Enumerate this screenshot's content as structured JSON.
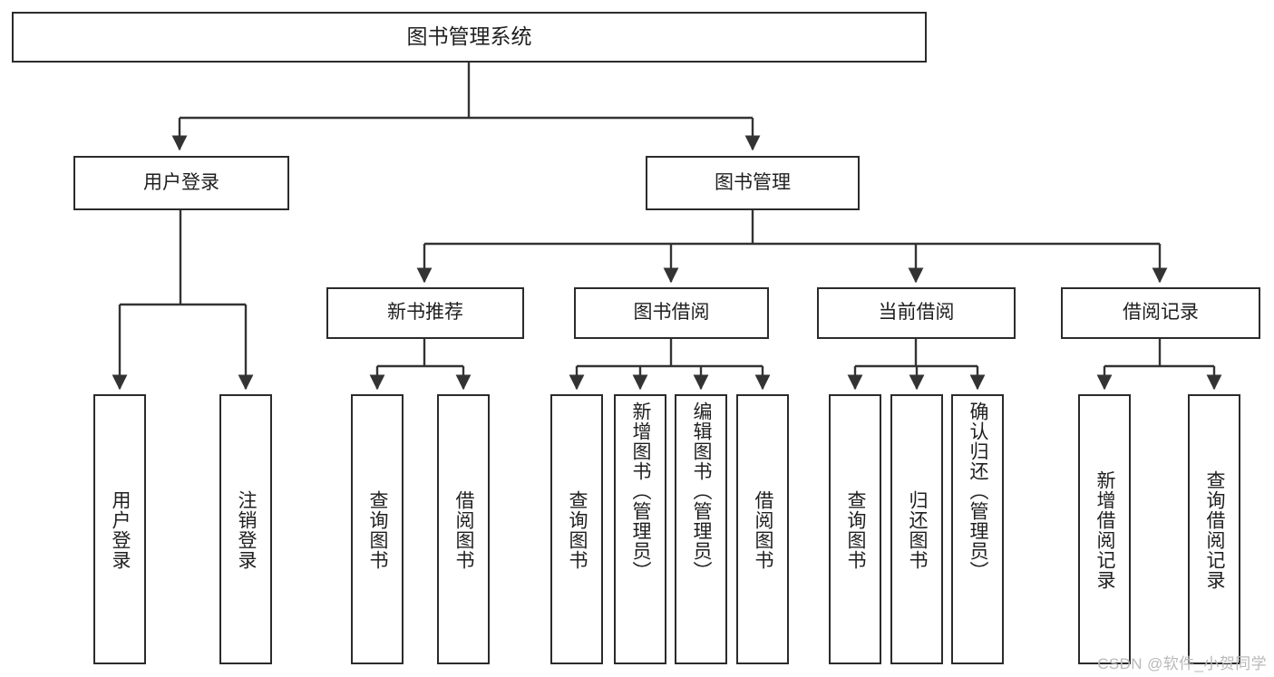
{
  "diagram": {
    "title": "图书管理系统",
    "type": "tree",
    "watermark": "CSDN @软件_小贺同学",
    "colors": {
      "box_border": "#2b2b2b",
      "box_fill": "#ffffff",
      "connector": "#333333",
      "text": "#1f1f1f",
      "watermark": "#b9b9b9",
      "background": "#ffffff"
    },
    "root": {
      "label": "图书管理系统"
    },
    "level1": [
      {
        "label": "用户登录"
      },
      {
        "label": "图书管理"
      }
    ],
    "level2": [
      {
        "label": "新书推荐"
      },
      {
        "label": "图书借阅"
      },
      {
        "label": "当前借阅"
      },
      {
        "label": "借阅记录"
      }
    ],
    "leaves": {
      "user_login": [
        {
          "label": "用户登录"
        },
        {
          "label": "注销登录"
        }
      ],
      "new_book_recommend": [
        {
          "label": "查询图书"
        },
        {
          "label": "借阅图书"
        }
      ],
      "book_borrow": [
        {
          "label": "查询图书"
        },
        {
          "label": "新增图书（管理员）"
        },
        {
          "label": "编辑图书（管理员）"
        },
        {
          "label": "借阅图书"
        }
      ],
      "current_borrow": [
        {
          "label": "查询图书"
        },
        {
          "label": "归还图书"
        },
        {
          "label": "确认归还（管理员）"
        }
      ],
      "borrow_record": [
        {
          "label": "新增借阅记录"
        },
        {
          "label": "查询借阅记录"
        }
      ]
    }
  }
}
